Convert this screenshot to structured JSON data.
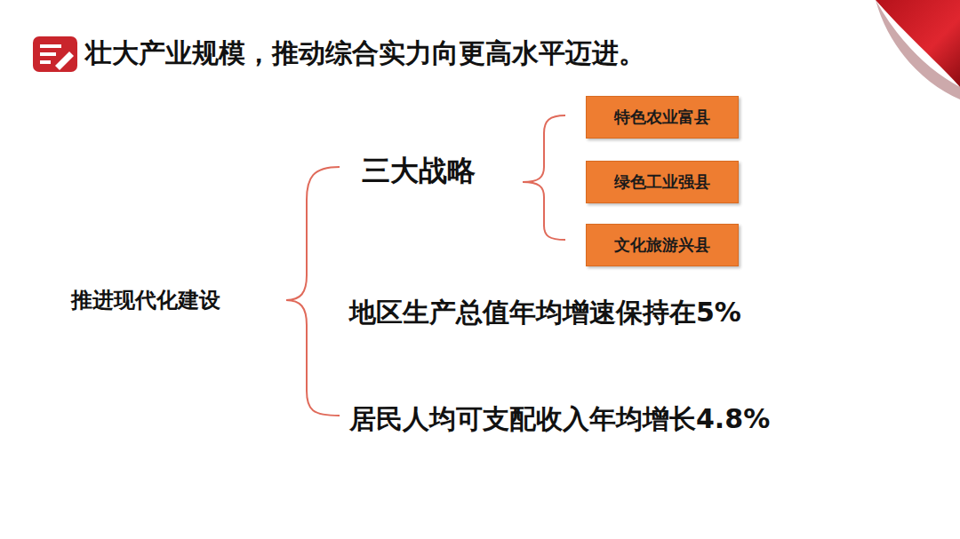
{
  "diagram": {
    "title": "壮大产业规模，推动综合实力向更高水平迈进。",
    "nodes": [
      {
        "text": [
          "特色农业富县"
        ]
      },
      {
        "text": [
          "绿色工业强县"
        ]
      },
      {
        "text": [
          "文化旅游兴县"
        ]
      }
    ],
    "labels": [
      "推进现代化建设",
      "三大战略",
      "地区生产总值年均增速保持在5%",
      "居民人均可支配收入年均增长4.8%"
    ]
  }
}
